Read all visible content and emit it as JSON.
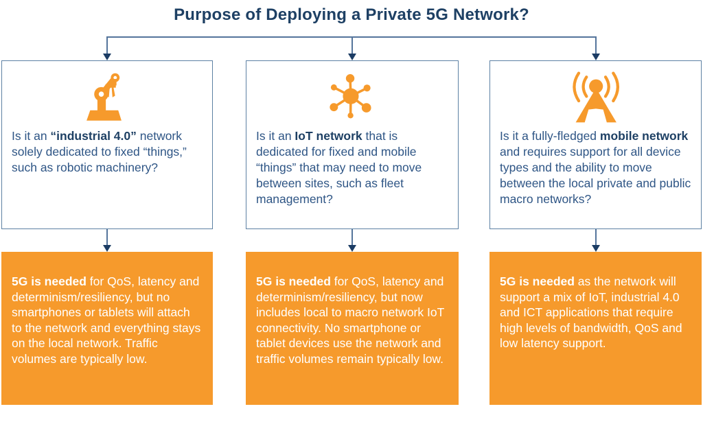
{
  "title": "Purpose of Deploying a Private 5G Network?",
  "colors": {
    "navy_heading": "#1E4064",
    "body_text": "#2E5585",
    "orange": "#F69A2C",
    "box_border": "#5C80A3",
    "connector_line": "#54749B",
    "arrowhead": "#1C3C64",
    "answer_text": "#FFFFFF"
  },
  "columns": [
    {
      "icon": "robot-arm-icon",
      "question": {
        "prefix": "Is it an ",
        "bold": "“industrial 4.0”",
        "suffix": " network solely dedicated to fixed “things,” such as robotic machinery?"
      },
      "answer": {
        "bold": "5G is needed",
        "rest": " for QoS, latency and determinism/resiliency, but no smartphones or tablets will attach to the network and everything stays on the local network. Traffic volumes are typically low."
      }
    },
    {
      "icon": "iot-network-icon",
      "question": {
        "prefix": "Is it an ",
        "bold": "IoT network",
        "suffix": " that is dedicated for fixed and mobile “things” that may need to move between sites, such as fleet management?"
      },
      "answer": {
        "bold": "5G is needed",
        "rest": " for QoS, latency and determinism/resiliency, but now includes local to macro network IoT connectivity. No smartphone or tablet devices use the network and traffic volumes remain typically low."
      }
    },
    {
      "icon": "antenna-icon",
      "question": {
        "prefix": "Is it a fully-fledged ",
        "bold": "mobile network",
        "suffix": " and requires support for all device types and the ability to move between the local private and public macro networks?"
      },
      "answer": {
        "bold": "5G is needed",
        "rest": " as the network will support a mix of IoT, industrial 4.0 and ICT applications that require high levels of bandwidth, QoS and low latency support."
      }
    }
  ]
}
